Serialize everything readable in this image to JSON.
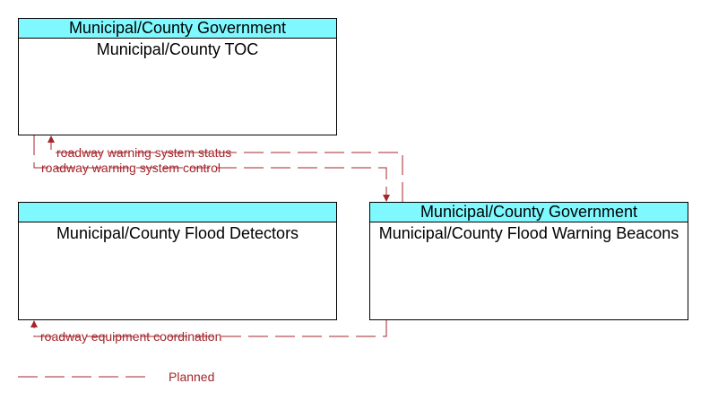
{
  "boxes": {
    "toc": {
      "header": "Municipal/County Government",
      "title": "Municipal/County TOC"
    },
    "detectors": {
      "header": "",
      "title": "Municipal/County Flood Detectors"
    },
    "beacons": {
      "header": "Municipal/County Government",
      "title": "Municipal/County Flood Warning Beacons"
    }
  },
  "flows": {
    "status": "roadway warning system status",
    "control": "roadway warning system control",
    "coordination": "roadway equipment coordination"
  },
  "legend": {
    "planned": "Planned"
  },
  "colors": {
    "flow": "#a4262c",
    "header_fill": "#7ff9ff"
  }
}
